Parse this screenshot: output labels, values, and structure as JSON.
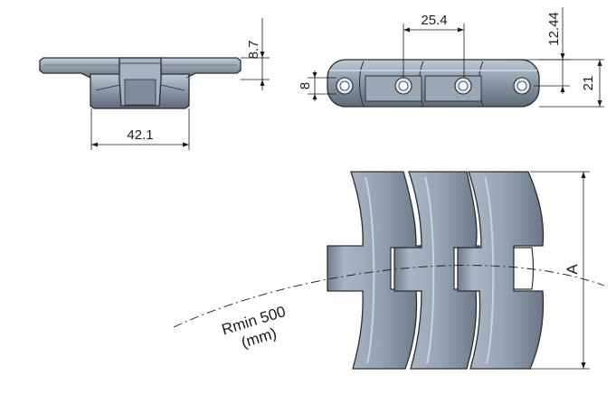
{
  "diagram": {
    "dimensions": {
      "top_height": "8.7",
      "base_width": "42.1",
      "pitch": "25.4",
      "overall_height": "12.44",
      "pin_height": "8",
      "total_height": "21",
      "chain_width_symbol": "A"
    },
    "radius_label": {
      "line1": "Rmin 500",
      "line2": "(mm)"
    },
    "colors": {
      "part_fill": "#8c9aa9",
      "part_light": "#b4c0cc",
      "part_dark": "#5f6b78",
      "outline": "#2a2d33",
      "dimension_line": "#1a1a1a"
    }
  }
}
